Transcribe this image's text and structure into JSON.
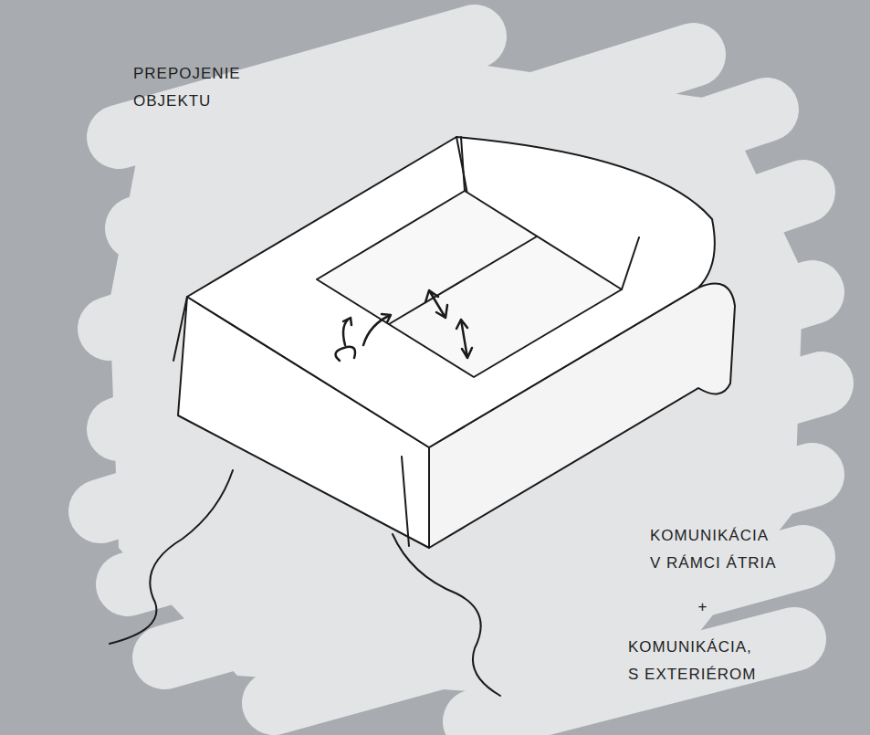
{
  "diagram": {
    "labels": [
      "PREPOJENIE OBJEKTU",
      "KOMUNIKÁCIA V RÁMCI ÁTRIA",
      "+",
      "KOMUNIKÁCIA, S EXTERIÉROM"
    ]
  }
}
